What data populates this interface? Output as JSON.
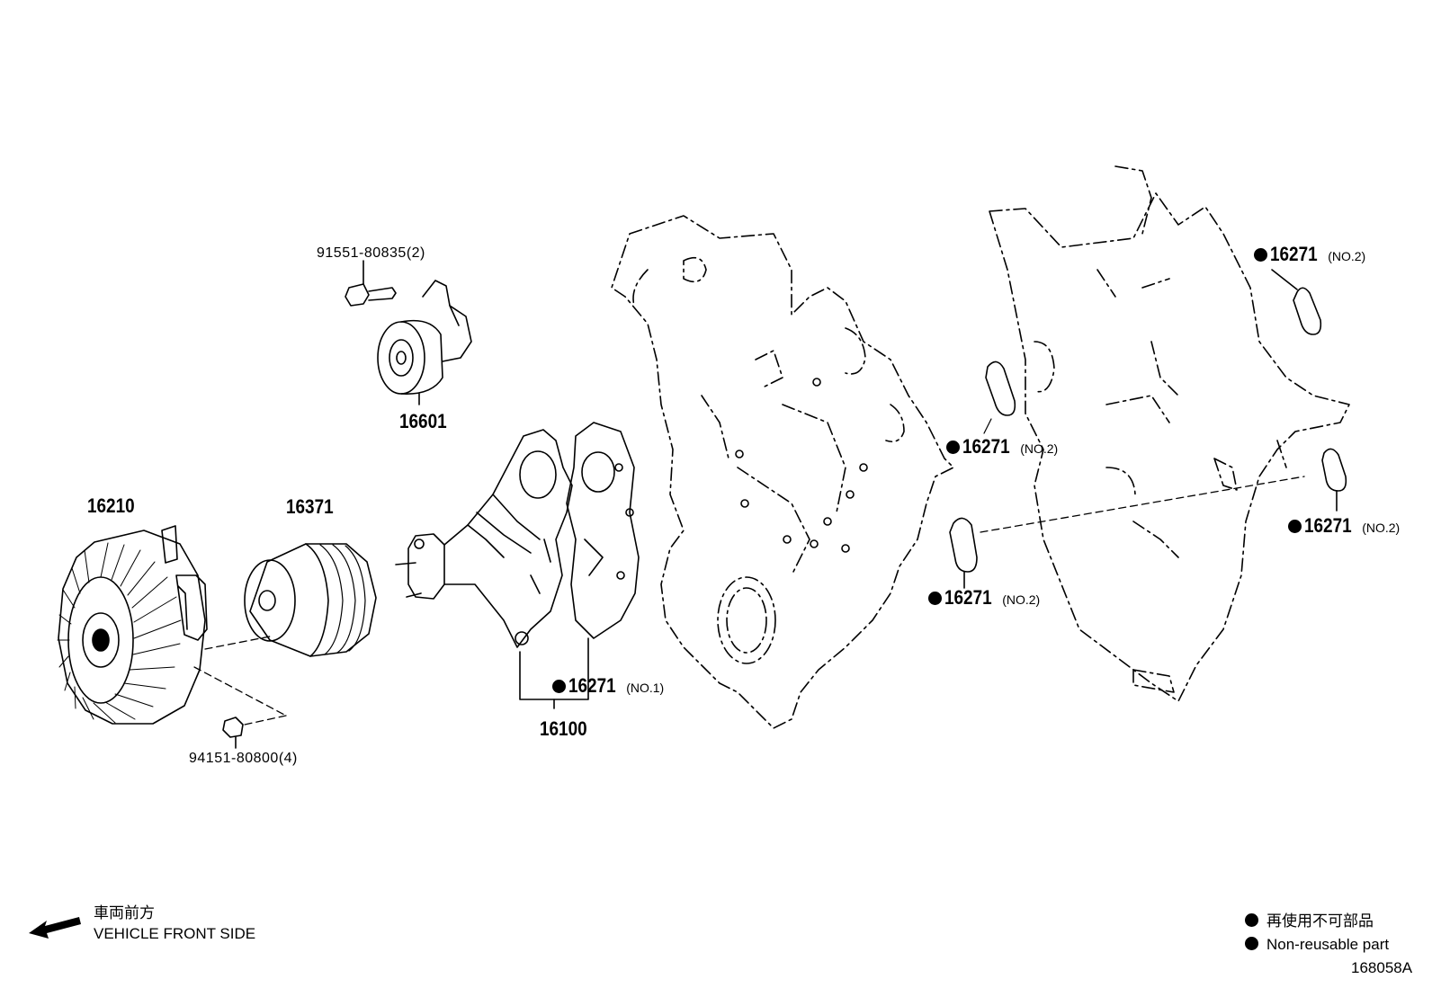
{
  "parts": {
    "bolt_91551": "91551-80835(2)",
    "tensioner_16601": "16601",
    "fan_clutch_16210": "16210",
    "pulley_16371": "16371",
    "water_pump_16100": "16100",
    "nut_94151": "94151-80800(4)",
    "gasket_16271_no1": "16271",
    "gasket_16271_no1_suffix": "(NO.1)",
    "gasket_16271_a": "16271",
    "gasket_16271_a_suffix": "(NO.2)",
    "gasket_16271_b": "16271",
    "gasket_16271_b_suffix": "(NO.2)",
    "gasket_16271_c": "16271",
    "gasket_16271_c_suffix": "(NO.2)",
    "gasket_16271_d": "16271",
    "gasket_16271_d_suffix": "(NO.2)"
  },
  "legend": {
    "front_jp": "車両前方",
    "front_en": "VEHICLE FRONT SIDE",
    "nonreuse_jp": "再使用不可部品",
    "nonreuse_en": "Non-reusable part",
    "diagram_id": "168058A"
  }
}
